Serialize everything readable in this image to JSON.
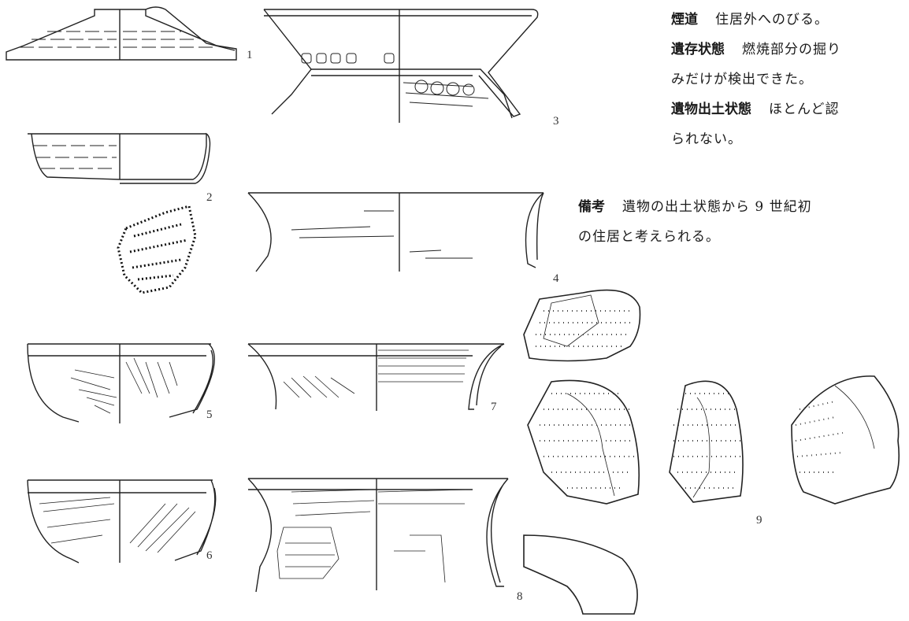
{
  "figure_numbers": [
    "1",
    "2",
    "3",
    "4",
    "5",
    "6",
    "7",
    "8",
    "9"
  ],
  "description": {
    "entries": [
      {
        "term": "煙道",
        "text": "住居外へのびる。"
      },
      {
        "term": "遺存状態",
        "text": "燃焼部分の掘り",
        "continuation": "みだけが検出できた。"
      },
      {
        "term": "遺物出土状態",
        "text": "ほとんど認",
        "continuation": "られない。"
      }
    ],
    "remarks": {
      "term": "備考",
      "text": "遺物の出土状態から 9 世紀初",
      "continuation": "の住居と考えられる。"
    }
  }
}
